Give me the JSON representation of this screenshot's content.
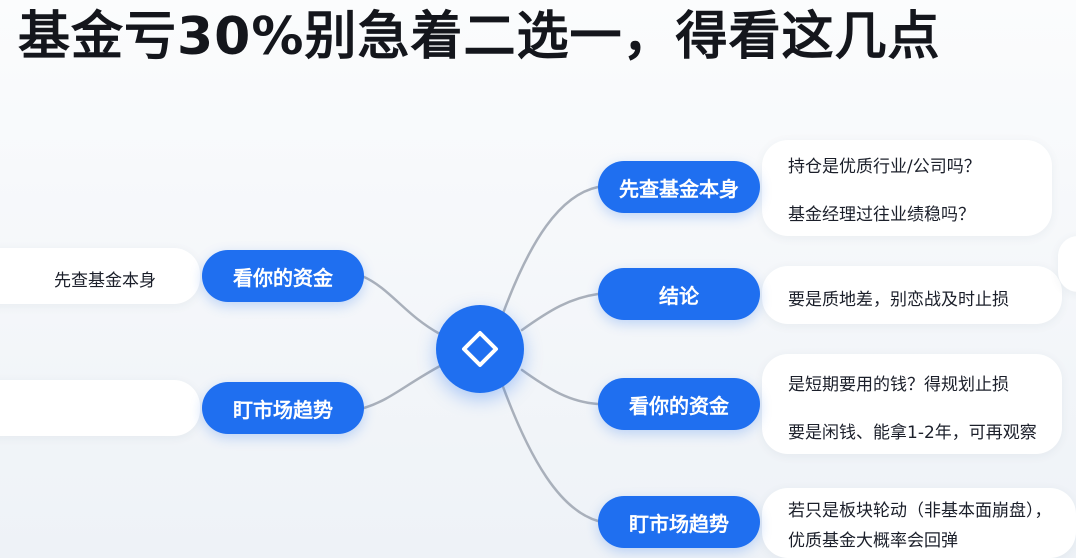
{
  "title": "基金亏30%别急着二选一，得看这几点",
  "center_icon": "diamond-icon",
  "colors": {
    "node": "#1f6ff0",
    "link": "#a9b0bb",
    "card": "#ffffff"
  },
  "left_branches": [
    {
      "label": "看你的资金",
      "detail": "先查基金本身"
    },
    {
      "label": "盯市场趋势",
      "detail": ""
    }
  ],
  "right_branches": [
    {
      "label": "先查基金本身",
      "details": [
        "持仓是优质行业/公司吗？",
        "基金经理过往业绩稳吗？"
      ]
    },
    {
      "label": "结论",
      "details": [
        "要是质地差，别恋战及时止损"
      ]
    },
    {
      "label": "看你的资金",
      "details": [
        "是短期要用的钱？得规划止损",
        "要是闲钱、能拿1-2年，可再观察"
      ]
    },
    {
      "label": "盯市场趋势",
      "details": [
        "若只是板块轮动（非基本面崩盘），",
        "优质基金大概率会回弹"
      ]
    }
  ]
}
